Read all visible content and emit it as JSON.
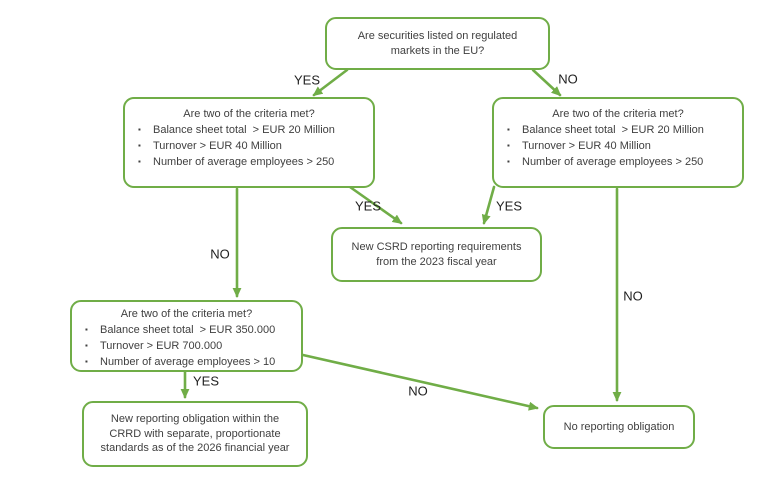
{
  "diagram": {
    "nodes": {
      "root": {
        "text": "Are securities listed on regulated markets in the EU?"
      },
      "criteria_large_left": {
        "title": "Are two of the criteria met?",
        "items": [
          "Balance sheet total  > EUR 20 Million",
          "Turnover > EUR 40 Million",
          "Number of average employees > 250"
        ]
      },
      "criteria_large_right": {
        "title": "Are two of the criteria met?",
        "items": [
          "Balance sheet total  > EUR 20 Million",
          "Turnover > EUR 40 Million",
          "Number of average employees > 250"
        ]
      },
      "csrd_result": {
        "text": "New CSRD reporting requirements from the 2023 fiscal year"
      },
      "criteria_small": {
        "title": "Are two of the criteria met?",
        "items": [
          "Balance sheet total  > EUR 350.000",
          "Turnover > EUR 700.000",
          "Number of average employees > 10"
        ]
      },
      "crrd_result": {
        "text": "New reporting obligation within the CRRD with separate, proportionate standards as of the 2026 financial year"
      },
      "no_obligation_result": {
        "text": "No reporting obligation"
      }
    },
    "edge_labels": {
      "root_yes": "YES",
      "root_no": "NO",
      "large_left_yes": "YES",
      "large_right_yes": "YES",
      "large_left_no": "NO",
      "large_right_no": "NO",
      "small_yes": "YES",
      "small_no": "NO"
    },
    "glyphs": {
      "bullet": "▪"
    },
    "colors": {
      "node_border": "#70ad47",
      "node_text": "#404040",
      "edge_label_text": "#1f1f1f",
      "background": "#ffffff"
    }
  }
}
